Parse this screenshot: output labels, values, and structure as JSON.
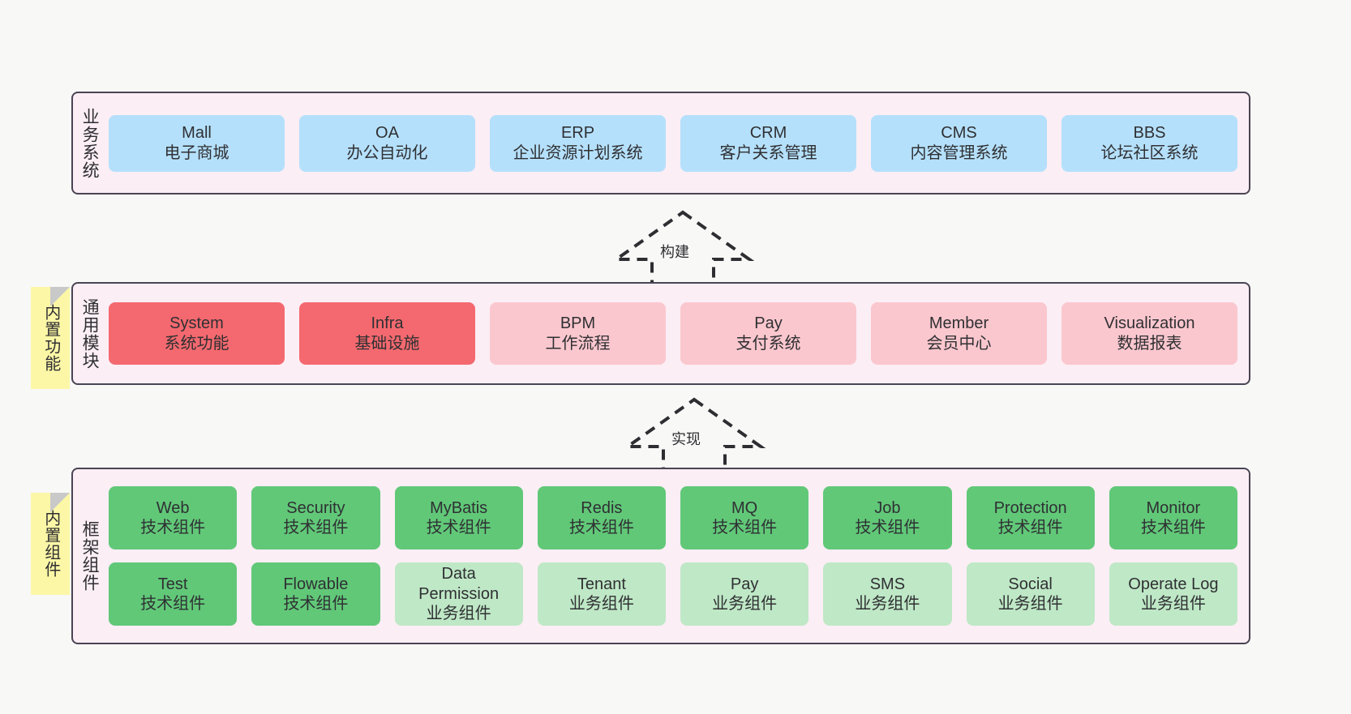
{
  "diagram": {
    "title": "yudao-cloud architecture layers",
    "background": "#f8f8f7"
  },
  "notes": [
    {
      "id": "builtin-features",
      "label": "内置功能",
      "color": "#fcf7a6"
    },
    {
      "id": "builtin-components",
      "label": "内置组件",
      "color": "#fcf7a6"
    }
  ],
  "arrows": [
    {
      "id": "build",
      "label": "构建",
      "direction": "up",
      "style": "dashed-hollow"
    },
    {
      "id": "implement",
      "label": "实现",
      "direction": "up",
      "style": "dashed-hollow"
    }
  ],
  "layers": [
    {
      "id": "business-systems",
      "label": "业务系统",
      "panel_color": "#fbeef5",
      "rows": [
        {
          "cards": [
            {
              "name": "Mall",
              "desc": "电子商城",
              "color": "#b5e0fb",
              "variant": "blue"
            },
            {
              "name": "OA",
              "desc": "办公自动化",
              "color": "#b5e0fb",
              "variant": "blue"
            },
            {
              "name": "ERP",
              "desc": "企业资源计划系统",
              "color": "#b5e0fb",
              "variant": "blue"
            },
            {
              "name": "CRM",
              "desc": "客户关系管理",
              "color": "#b5e0fb",
              "variant": "blue"
            },
            {
              "name": "CMS",
              "desc": "内容管理系统",
              "color": "#b5e0fb",
              "variant": "blue"
            },
            {
              "name": "BBS",
              "desc": "论坛社区系统",
              "color": "#b5e0fb",
              "variant": "blue"
            }
          ]
        }
      ]
    },
    {
      "id": "general-modules",
      "label": "通用模块",
      "panel_color": "#fbeef5",
      "rows": [
        {
          "cards": [
            {
              "name": "System",
              "desc": "系统功能",
              "color": "#f4696f",
              "variant": "red"
            },
            {
              "name": "Infra",
              "desc": "基础设施",
              "color": "#f4696f",
              "variant": "red"
            },
            {
              "name": "BPM",
              "desc": "工作流程",
              "color": "#fbc7ce",
              "variant": "pink"
            },
            {
              "name": "Pay",
              "desc": "支付系统",
              "color": "#fbc7ce",
              "variant": "pink"
            },
            {
              "name": "Member",
              "desc": "会员中心",
              "color": "#fbc7ce",
              "variant": "pink"
            },
            {
              "name": "Visualization",
              "desc": "数据报表",
              "color": "#fbc7ce",
              "variant": "pink"
            }
          ]
        }
      ]
    },
    {
      "id": "framework-components",
      "label": "框架组件",
      "panel_color": "#fbeef5",
      "rows": [
        {
          "cards": [
            {
              "name": "Web",
              "desc": "技术组件",
              "color": "#61c878",
              "variant": "green"
            },
            {
              "name": "Security",
              "desc": "技术组件",
              "color": "#61c878",
              "variant": "green"
            },
            {
              "name": "MyBatis",
              "desc": "技术组件",
              "color": "#61c878",
              "variant": "green"
            },
            {
              "name": "Redis",
              "desc": "技术组件",
              "color": "#61c878",
              "variant": "green"
            },
            {
              "name": "MQ",
              "desc": "技术组件",
              "color": "#61c878",
              "variant": "green"
            },
            {
              "name": "Job",
              "desc": "技术组件",
              "color": "#61c878",
              "variant": "green"
            },
            {
              "name": "Protection",
              "desc": "技术组件",
              "color": "#61c878",
              "variant": "green"
            },
            {
              "name": "Monitor",
              "desc": "技术组件",
              "color": "#61c878",
              "variant": "green"
            }
          ]
        },
        {
          "cards": [
            {
              "name": "Test",
              "desc": "技术组件",
              "color": "#61c878",
              "variant": "green"
            },
            {
              "name": "Flowable",
              "desc": "技术组件",
              "color": "#61c878",
              "variant": "green"
            },
            {
              "name": "Data Permission",
              "desc": "业务组件",
              "color": "#bfe8c6",
              "variant": "green-light"
            },
            {
              "name": "Tenant",
              "desc": "业务组件",
              "color": "#bfe8c6",
              "variant": "green-light"
            },
            {
              "name": "Pay",
              "desc": "业务组件",
              "color": "#bfe8c6",
              "variant": "green-light"
            },
            {
              "name": "SMS",
              "desc": "业务组件",
              "color": "#bfe8c6",
              "variant": "green-light"
            },
            {
              "name": "Social",
              "desc": "业务组件",
              "color": "#bfe8c6",
              "variant": "green-light"
            },
            {
              "name": "Operate Log",
              "desc": "业务组件",
              "color": "#bfe8c6",
              "variant": "green-light"
            }
          ]
        }
      ]
    }
  ]
}
